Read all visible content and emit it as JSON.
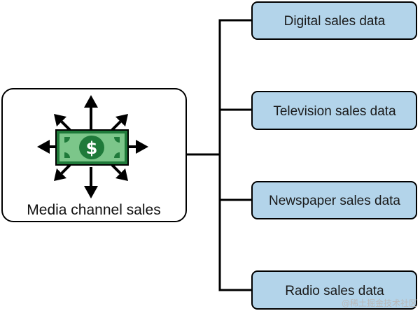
{
  "source": {
    "label": "Media channel sales",
    "icon": "dollar-bill-arrows-icon",
    "colors": {
      "bill_fill": "#7cc68a",
      "bill_dark": "#1f7a3a",
      "arrow": "#000000"
    }
  },
  "targets": [
    {
      "label": "Digital sales data"
    },
    {
      "label": "Television sales data"
    },
    {
      "label": "Newspaper sales data"
    },
    {
      "label": "Radio sales data"
    }
  ],
  "colors": {
    "target_fill": "#b3d4ea",
    "line": "#000000"
  },
  "watermark": "@稀土掘金技术社区"
}
